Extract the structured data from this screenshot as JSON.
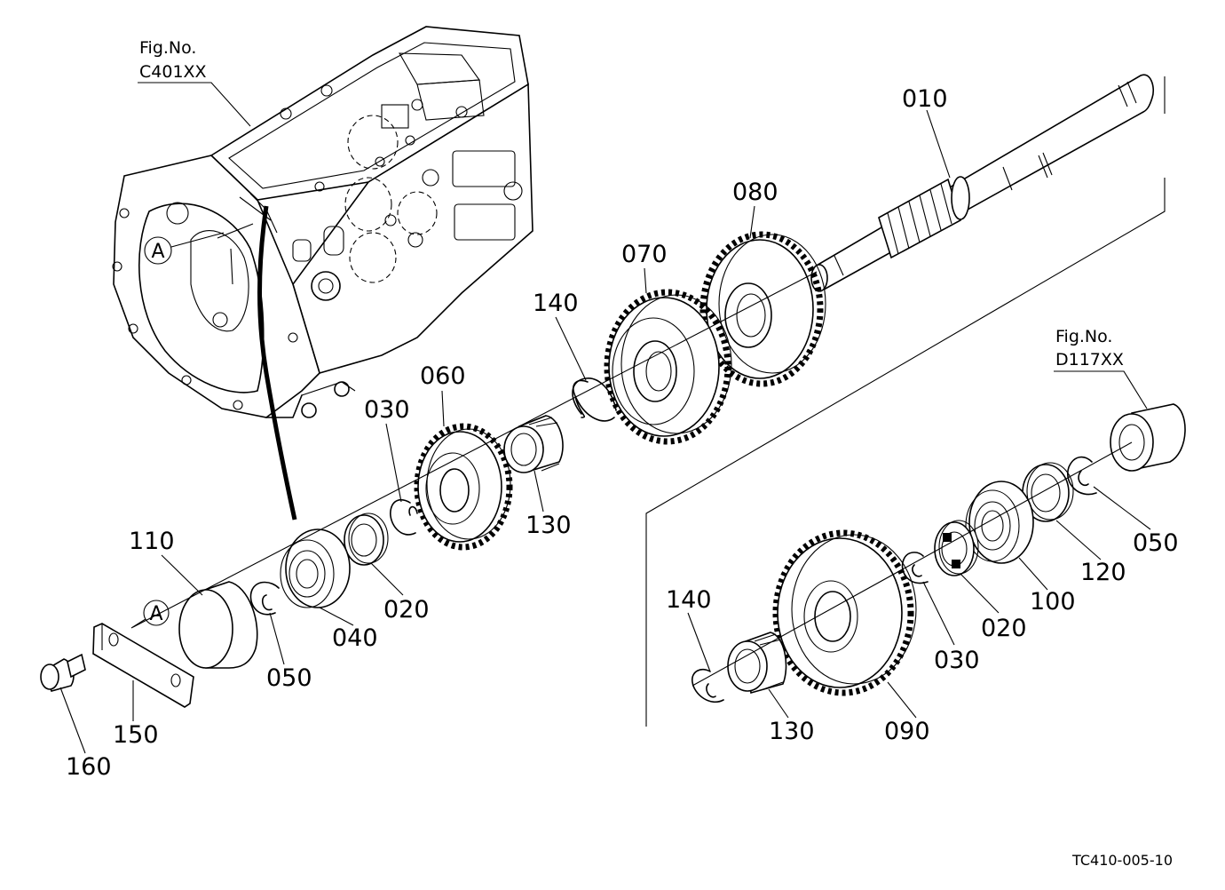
{
  "figure_refs": [
    {
      "caption": "Fig.No.",
      "code": "C401XX"
    },
    {
      "caption": "Fig.No.",
      "code": "D117XX"
    }
  ],
  "callouts": [
    "A",
    "A"
  ],
  "part_labels": {
    "p010": "010",
    "p080": "080",
    "p070": "070",
    "p140a": "140",
    "p060": "060",
    "p030a": "030",
    "p130a": "130",
    "p110": "110",
    "p050a": "050",
    "p040": "040",
    "p020a": "020",
    "p150": "150",
    "p160": "160",
    "p050b": "050",
    "p120": "120",
    "p100": "100",
    "p020b": "020",
    "p030b": "030",
    "p140b": "140",
    "p130b": "130",
    "p090": "090"
  },
  "drawing_code": "TC410-005-10"
}
